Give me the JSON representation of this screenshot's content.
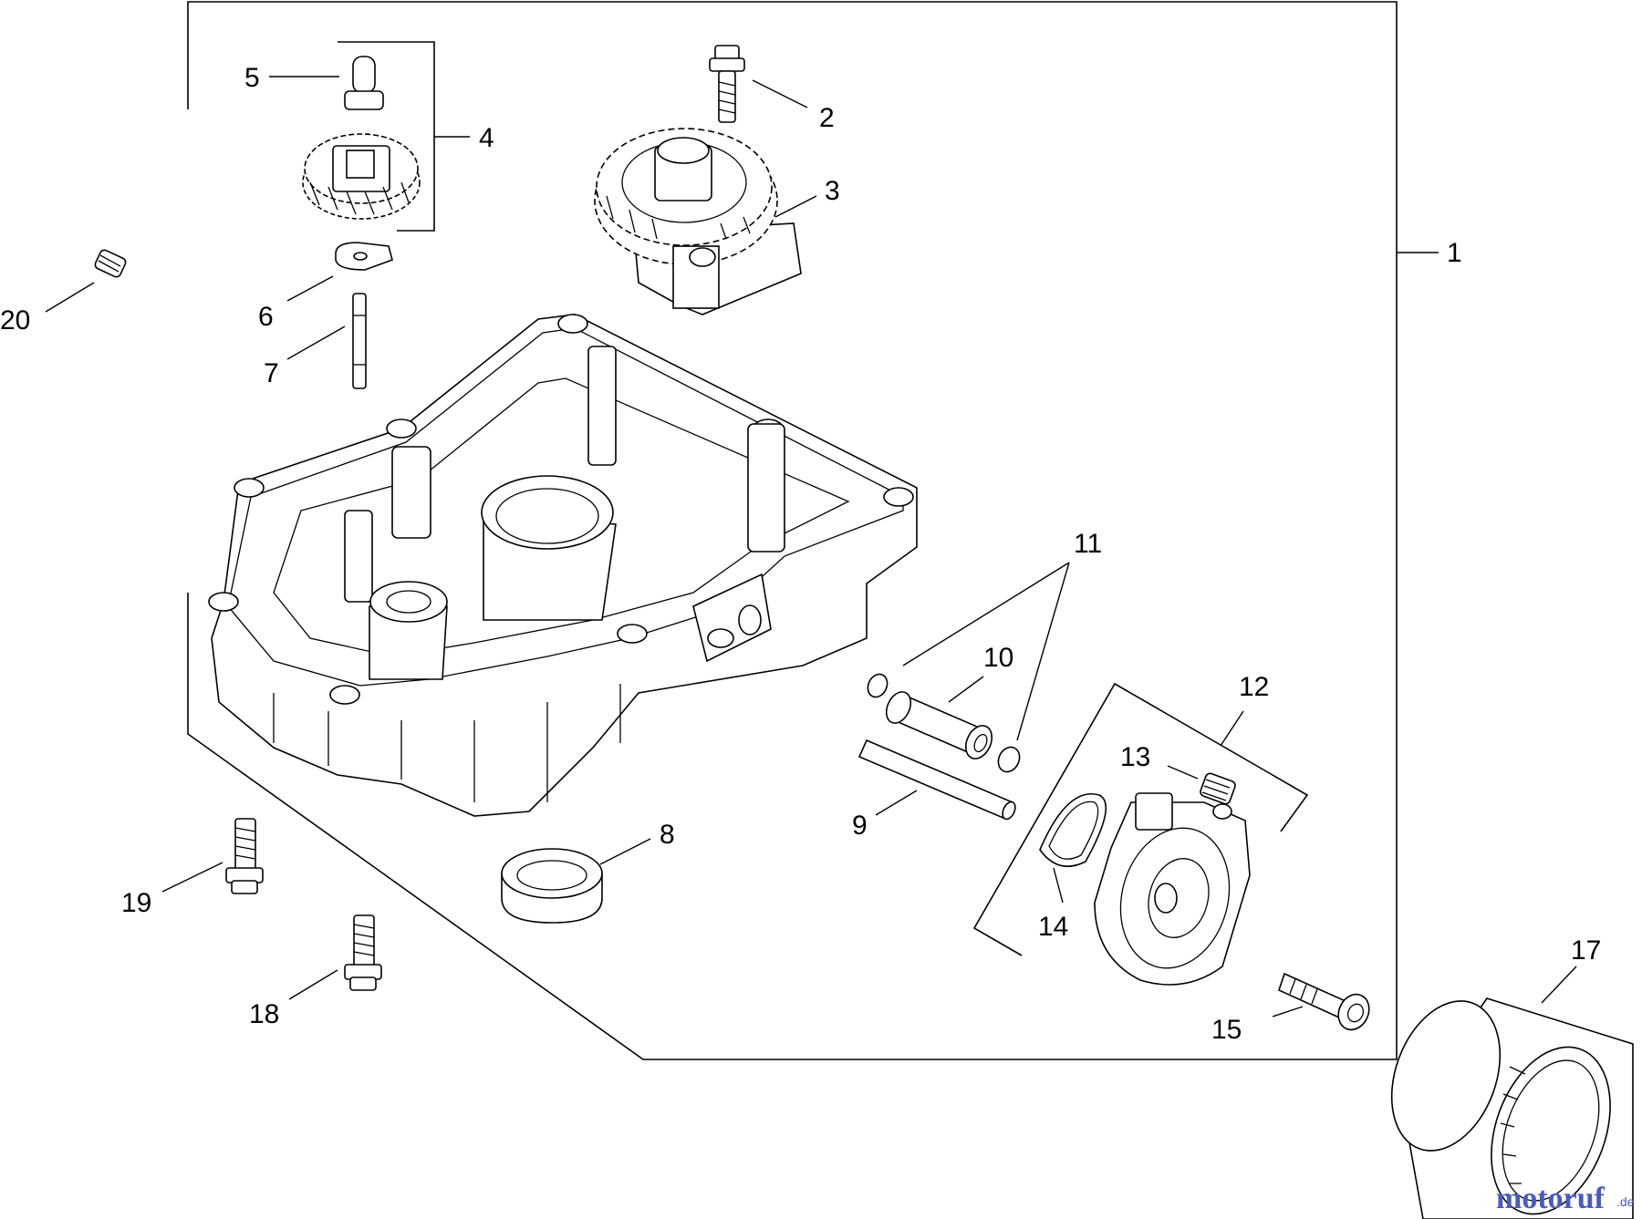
{
  "labels": {
    "l1": "1",
    "l2": "2",
    "l3": "3",
    "l4": "4",
    "l5": "5",
    "l6": "6",
    "l7": "7",
    "l8": "8",
    "l9": "9",
    "l10": "10",
    "l11": "11",
    "l12": "12",
    "l13": "13",
    "l14": "14",
    "l15": "15",
    "l17": "17",
    "l18": "18",
    "l19": "19",
    "l20": "20"
  },
  "watermark": {
    "main": "motoruf",
    "suffix": ".de"
  },
  "colors": {
    "line": "#000000",
    "background": "#ffffff",
    "watermark_blue": "#4a5bbf",
    "watermark_orange": "#e08a2a"
  }
}
